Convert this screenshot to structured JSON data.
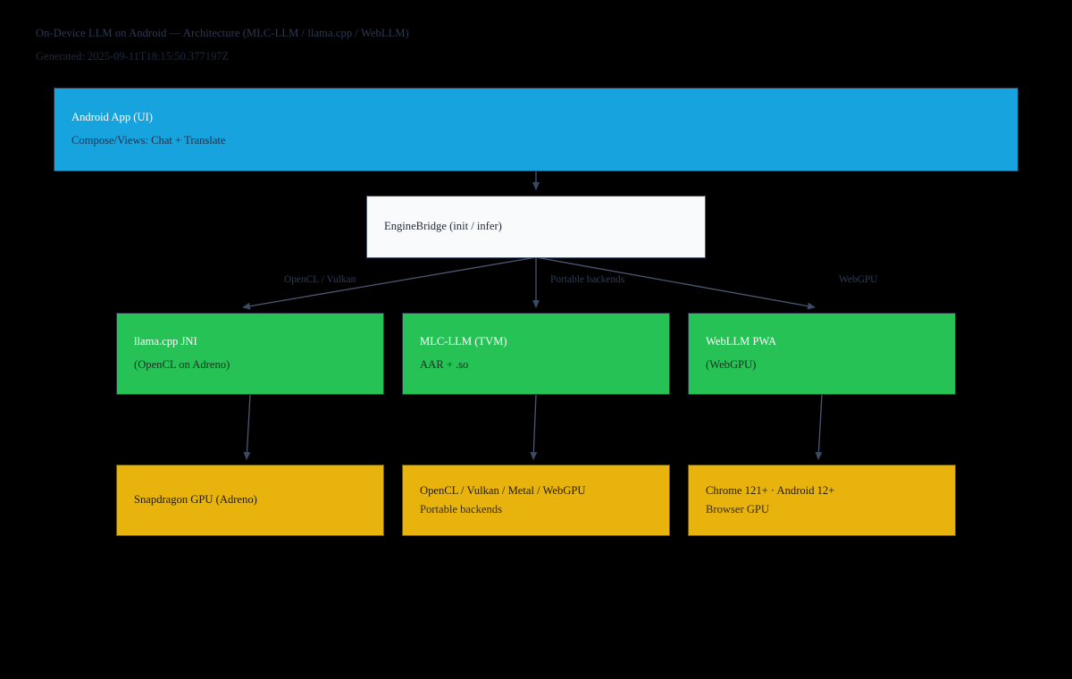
{
  "header": {
    "title": "On-Device LLM on Android — Architecture (MLC-LLM / llama.cpp / WebLLM)",
    "generated": "Generated: 2025-09-11T18:15:50.377197Z"
  },
  "colors": {
    "background": "#000000",
    "ui_layer": "#17a3de",
    "bridge_layer": "#f9fafc",
    "engine_layer": "#26c255",
    "hardware_layer": "#e8b30c",
    "edge_stroke": "#4a5872",
    "border": "#2b3346"
  },
  "diagram": {
    "type": "flowchart",
    "direction": "top-down",
    "nodes": [
      {
        "id": "ui",
        "layer": "ui",
        "style": "blue",
        "title": "Android App (UI)",
        "subtitle": "Compose/Views: Chat + Translate"
      },
      {
        "id": "bridge",
        "layer": "bridge",
        "style": "white",
        "title": "EngineBridge (init / infer)",
        "subtitle": ""
      },
      {
        "id": "llamacpp",
        "layer": "engine",
        "style": "green",
        "title": "llama.cpp JNI",
        "subtitle": "(OpenCL on Adreno)"
      },
      {
        "id": "mlcllm",
        "layer": "engine",
        "style": "green",
        "title": "MLC-LLM (TVM)",
        "subtitle": "AAR + .so"
      },
      {
        "id": "webllm",
        "layer": "engine",
        "style": "green",
        "title": "WebLLM PWA",
        "subtitle": "(WebGPU)"
      },
      {
        "id": "adreno",
        "layer": "hardware",
        "style": "amber",
        "title": "Snapdragon GPU (Adreno)",
        "subtitle": ""
      },
      {
        "id": "portable",
        "layer": "hardware",
        "style": "amber",
        "title": "OpenCL / Vulkan / Metal / WebGPU",
        "subtitle": "Portable backends"
      },
      {
        "id": "chrome",
        "layer": "hardware",
        "style": "amber",
        "title": "Chrome 121+ · Android 12+",
        "subtitle": "Browser GPU"
      }
    ],
    "edges": [
      {
        "from": "ui",
        "to": "bridge",
        "label": ""
      },
      {
        "from": "bridge",
        "to": "llamacpp",
        "label": "OpenCL / Vulkan"
      },
      {
        "from": "bridge",
        "to": "mlcllm",
        "label": "Portable backends"
      },
      {
        "from": "bridge",
        "to": "webllm",
        "label": "WebGPU"
      },
      {
        "from": "llamacpp",
        "to": "adreno",
        "label": ""
      },
      {
        "from": "mlcllm",
        "to": "portable",
        "label": ""
      },
      {
        "from": "webllm",
        "to": "chrome",
        "label": ""
      }
    ],
    "edge_labels": [
      {
        "id": "label-opencl-vulkan",
        "text": "OpenCL / Vulkan"
      },
      {
        "id": "label-portable-backends",
        "text": "Portable backends"
      },
      {
        "id": "label-webgpu",
        "text": "WebGPU"
      }
    ]
  }
}
